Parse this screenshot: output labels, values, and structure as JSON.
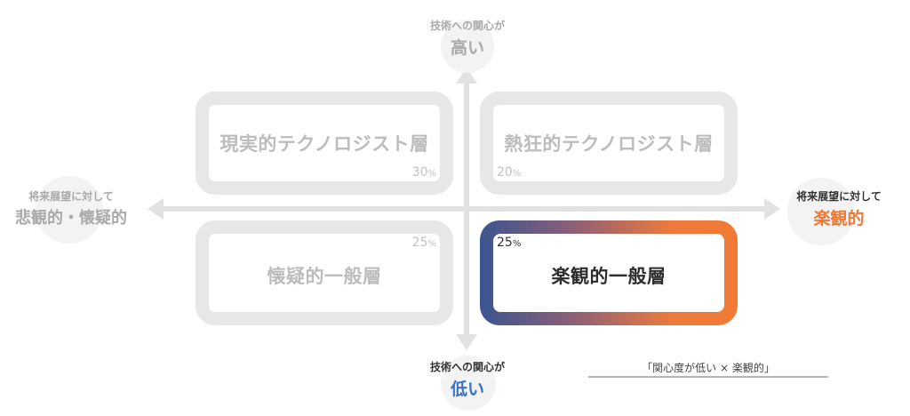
{
  "axes": {
    "top": {
      "line1": "技術への関心が",
      "line2": "高い"
    },
    "bottom": {
      "line1": "技術への関心が",
      "line2": "低い"
    },
    "left": {
      "line1": "将来展望に対して",
      "line2": "悲観的・懐疑的"
    },
    "right": {
      "line1": "将来展望に対して",
      "line2": "楽観的"
    }
  },
  "quadrants": {
    "top_left": {
      "label": "現実的テクノロジスト層",
      "percent": "30",
      "unit": "%"
    },
    "top_right": {
      "label": "熱狂的テクノロジスト層",
      "percent": "20",
      "unit": "%"
    },
    "bottom_left": {
      "label": "懐疑的一般層",
      "percent": "25",
      "unit": "%"
    },
    "bottom_right": {
      "label": "楽観的一般層",
      "percent": "25",
      "unit": "%"
    }
  },
  "note": "「関心度が低い × 楽観的」",
  "colors": {
    "muted_text": "#bcbcbc",
    "box_border": "#e7e7e7",
    "axis": "#e2e2e2",
    "accent_orange": "#f07a35",
    "accent_blue": "#3a72c9",
    "gradient_start": "#3b5590"
  }
}
